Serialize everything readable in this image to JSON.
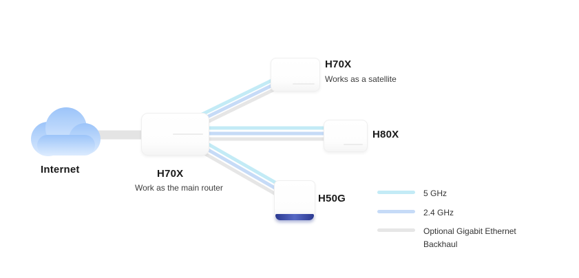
{
  "diagram": {
    "internet": {
      "label": "Internet"
    },
    "main_router": {
      "model": "H70X",
      "description": "Work as the main router"
    },
    "satellite_top": {
      "model": "H70X",
      "description": "Works as a satellite"
    },
    "satellite_right": {
      "model": "H80X"
    },
    "satellite_bottom": {
      "model": "H50G"
    },
    "legend": {
      "items": [
        {
          "label": "5 GHz",
          "color": "#c3ebf6"
        },
        {
          "label": "2.4 GHz",
          "color": "#c6dbf7"
        },
        {
          "label": "Optional Gigabit Ethernet Backhaul",
          "color": "#e6e6e6"
        }
      ]
    },
    "connection_colors": {
      "five_ghz": "#c3ebf6",
      "two_four_ghz": "#c6dbf7",
      "ethernet_backhaul": "#e6e6e6",
      "cloud_blue": "#a5c9f8",
      "device_glow_blue": "#2b3990"
    }
  }
}
